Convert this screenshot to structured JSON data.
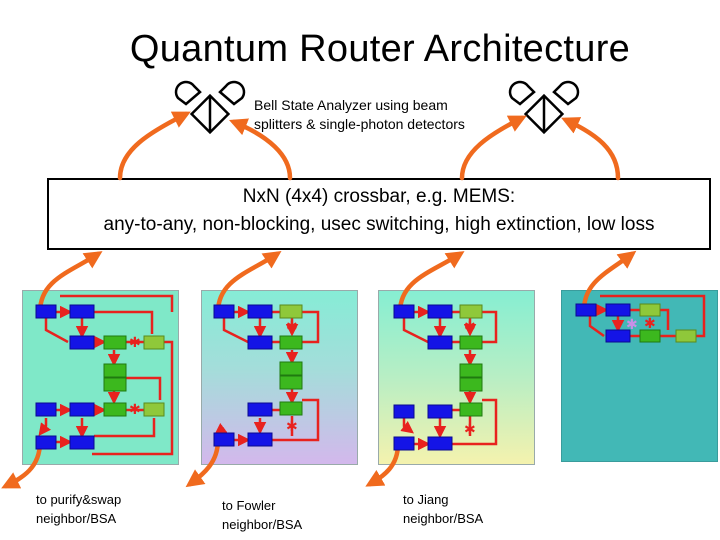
{
  "title": "Quantum Router Architecture",
  "bsa": {
    "line1": "Bell State Analyzer using beam",
    "line2": "splitters & single-photon detectors"
  },
  "crossbar": {
    "line1": "NxN (4x4) crossbar, e.g. MEMS:",
    "line2": "any-to-any, non-blocking, usec switching, high extinction, low loss"
  },
  "destinations": [
    {
      "line1": "to purify&swap",
      "line2": "neighbor/BSA"
    },
    {
      "line1": "to Fowler",
      "line2": "neighbor/BSA"
    },
    {
      "line1": "to Jiang",
      "line2": "neighbor/BSA"
    }
  ],
  "colors": {
    "arrow_orange": "#f06a1e",
    "wire_red": "#e8221e",
    "node_blue": "#1414e6",
    "node_green": "#3cb81e",
    "node_olive": "#8fc83a"
  }
}
